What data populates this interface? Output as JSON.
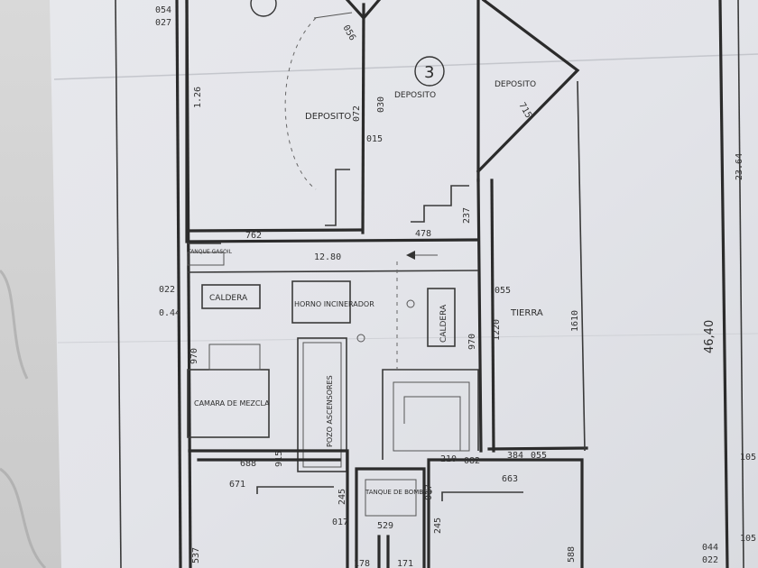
{
  "rooms": {
    "deposito_left": "DEPOSITO",
    "deposito_center": "DEPOSITO",
    "deposito_right": "DEPOSITO",
    "room_number": "3",
    "tanque_gasoil": "TANQUE GASOIL",
    "caldera_left": "CALDERA",
    "horno_incinerador": "HORNO INCINERADOR",
    "caldera_right": "CALDERA",
    "tierra": "TIERRA",
    "camara_mezcla": "CAMARA DE MEZCLA",
    "pozo_ascensores": "POZO ASCENSORES",
    "tanque_bombeo": "TANQUE DE BOMBEO"
  },
  "dimensions": {
    "d054": "054",
    "d027": "027",
    "d056": "056",
    "d126": "1.26",
    "d072": "072",
    "d015": "015",
    "d030": "030",
    "d715": "715",
    "d762": "762",
    "d478": "478",
    "d237": "237",
    "d1280": "12.80",
    "d055a": "055",
    "d1220": "1220",
    "d1610": "1610",
    "d970a": "970",
    "d970b": "970",
    "d2364": "23.64",
    "d4640": "46,40",
    "d688": "688",
    "d915": "915",
    "d210": "210",
    "d384": "384",
    "d055b": "055",
    "d663": "663",
    "d671": "671",
    "d017a": "017",
    "d245a": "245",
    "d529": "529",
    "d017b": "017",
    "d245b": "245",
    "d537": "537",
    "d178": "178",
    "d171": "171",
    "d588": "588",
    "d044": "044",
    "d022": "022",
    "d105a": "105",
    "d105b": "105",
    "d044b": "0.44",
    "d022b": "022",
    "d082": "082"
  }
}
